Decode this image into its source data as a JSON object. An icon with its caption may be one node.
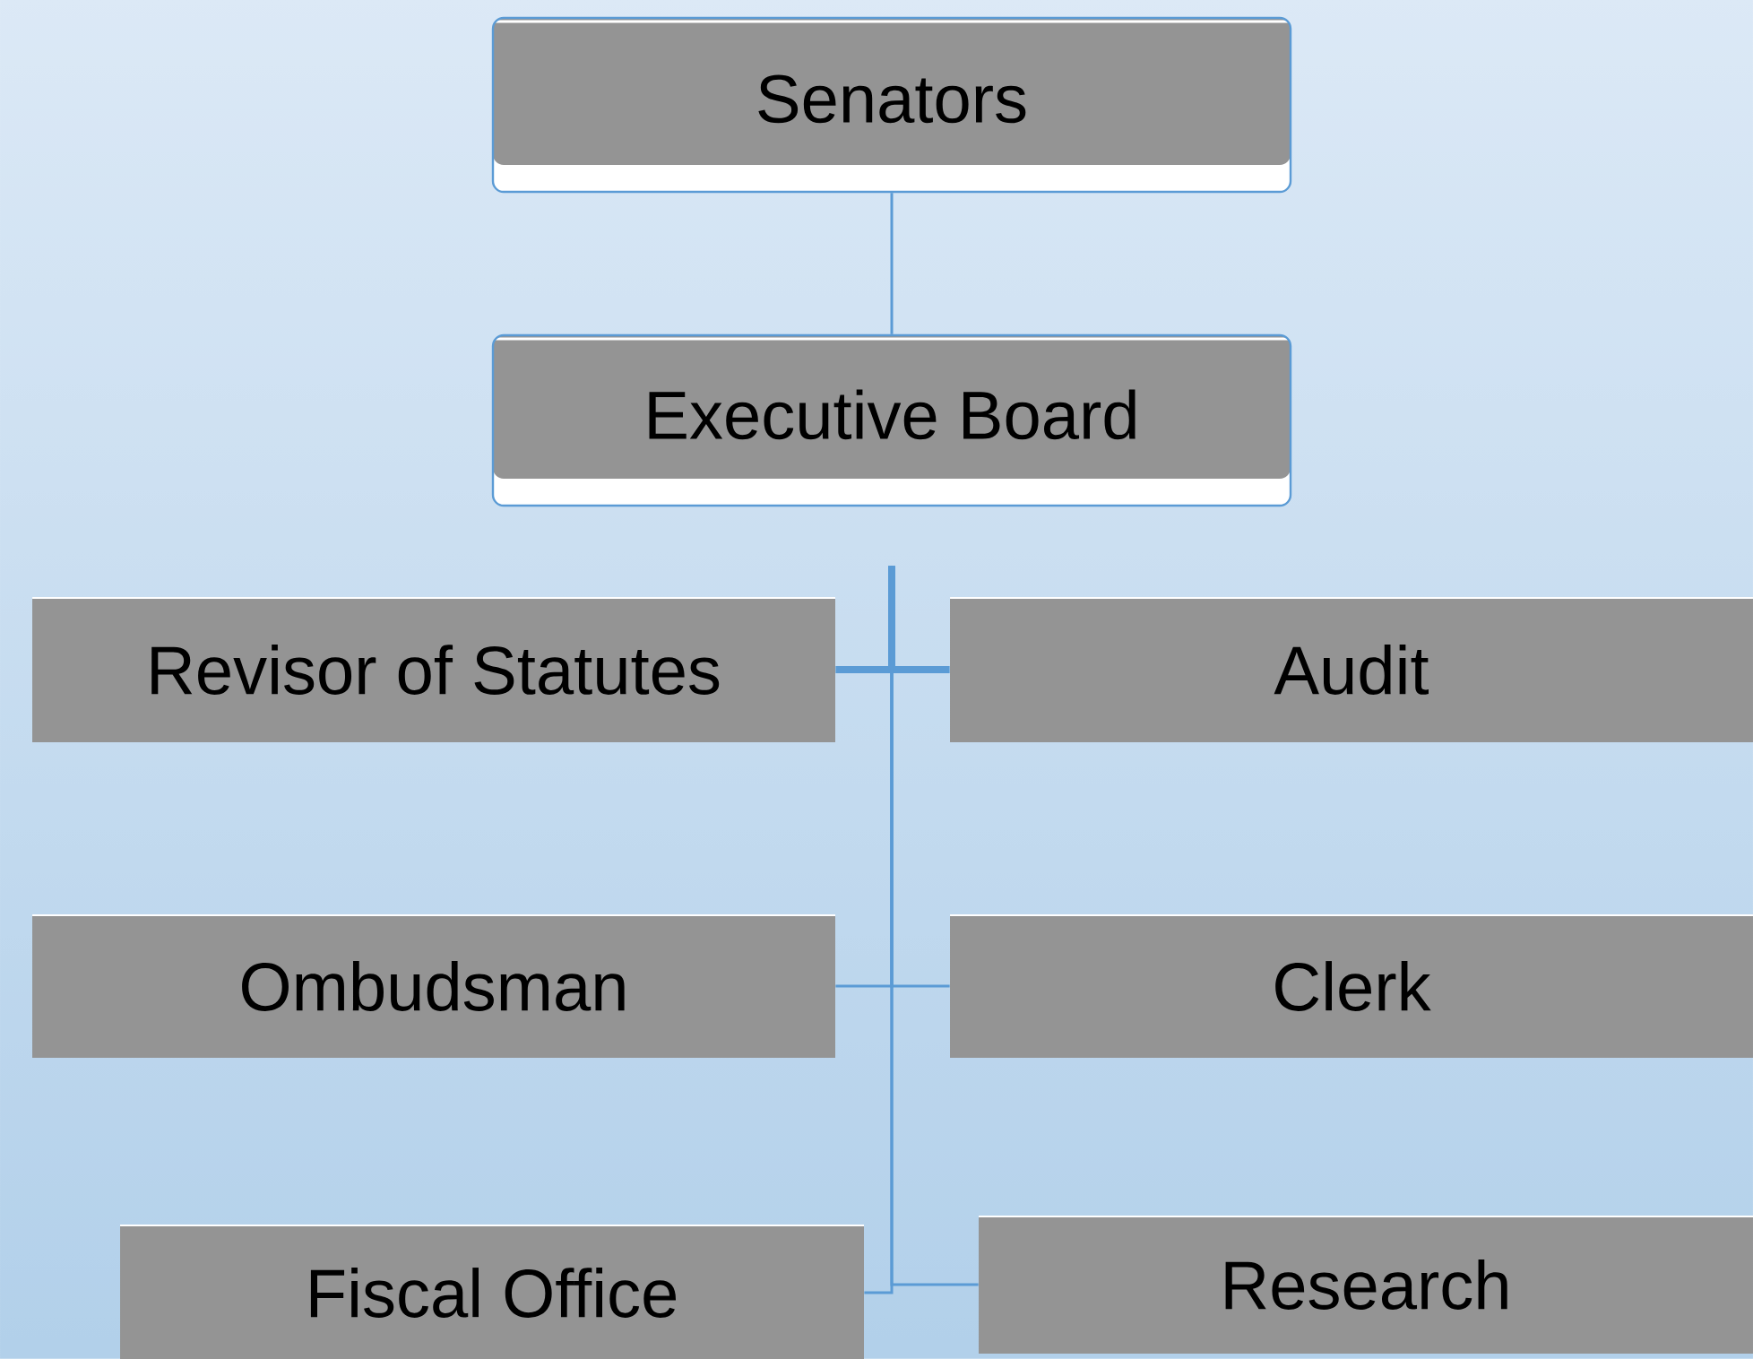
{
  "diagram": {
    "nodes": [
      {
        "text": [
          "Senators"
        ]
      },
      {
        "text": [
          "Executive Board"
        ]
      },
      {
        "text": [
          "Revisor of Statutes"
        ]
      },
      {
        "text": [
          "Audit"
        ]
      },
      {
        "text": [
          "Ombudsman"
        ]
      },
      {
        "text": [
          "Clerk"
        ]
      },
      {
        "text": [
          "Fiscal Office"
        ]
      },
      {
        "text": [
          "Research"
        ]
      }
    ],
    "edges": [
      {
        "from": 0,
        "to": 1,
        "arrow": "none"
      },
      {
        "from": 1,
        "to": 2,
        "arrow": "none",
        "style": "thick"
      },
      {
        "from": 1,
        "to": 3,
        "arrow": "none",
        "style": "thick"
      },
      {
        "from": 1,
        "to": 4,
        "arrow": "none"
      },
      {
        "from": 1,
        "to": 5,
        "arrow": "none"
      },
      {
        "from": 1,
        "to": 6,
        "arrow": "none"
      },
      {
        "from": 1,
        "to": 7,
        "arrow": "none"
      }
    ]
  }
}
